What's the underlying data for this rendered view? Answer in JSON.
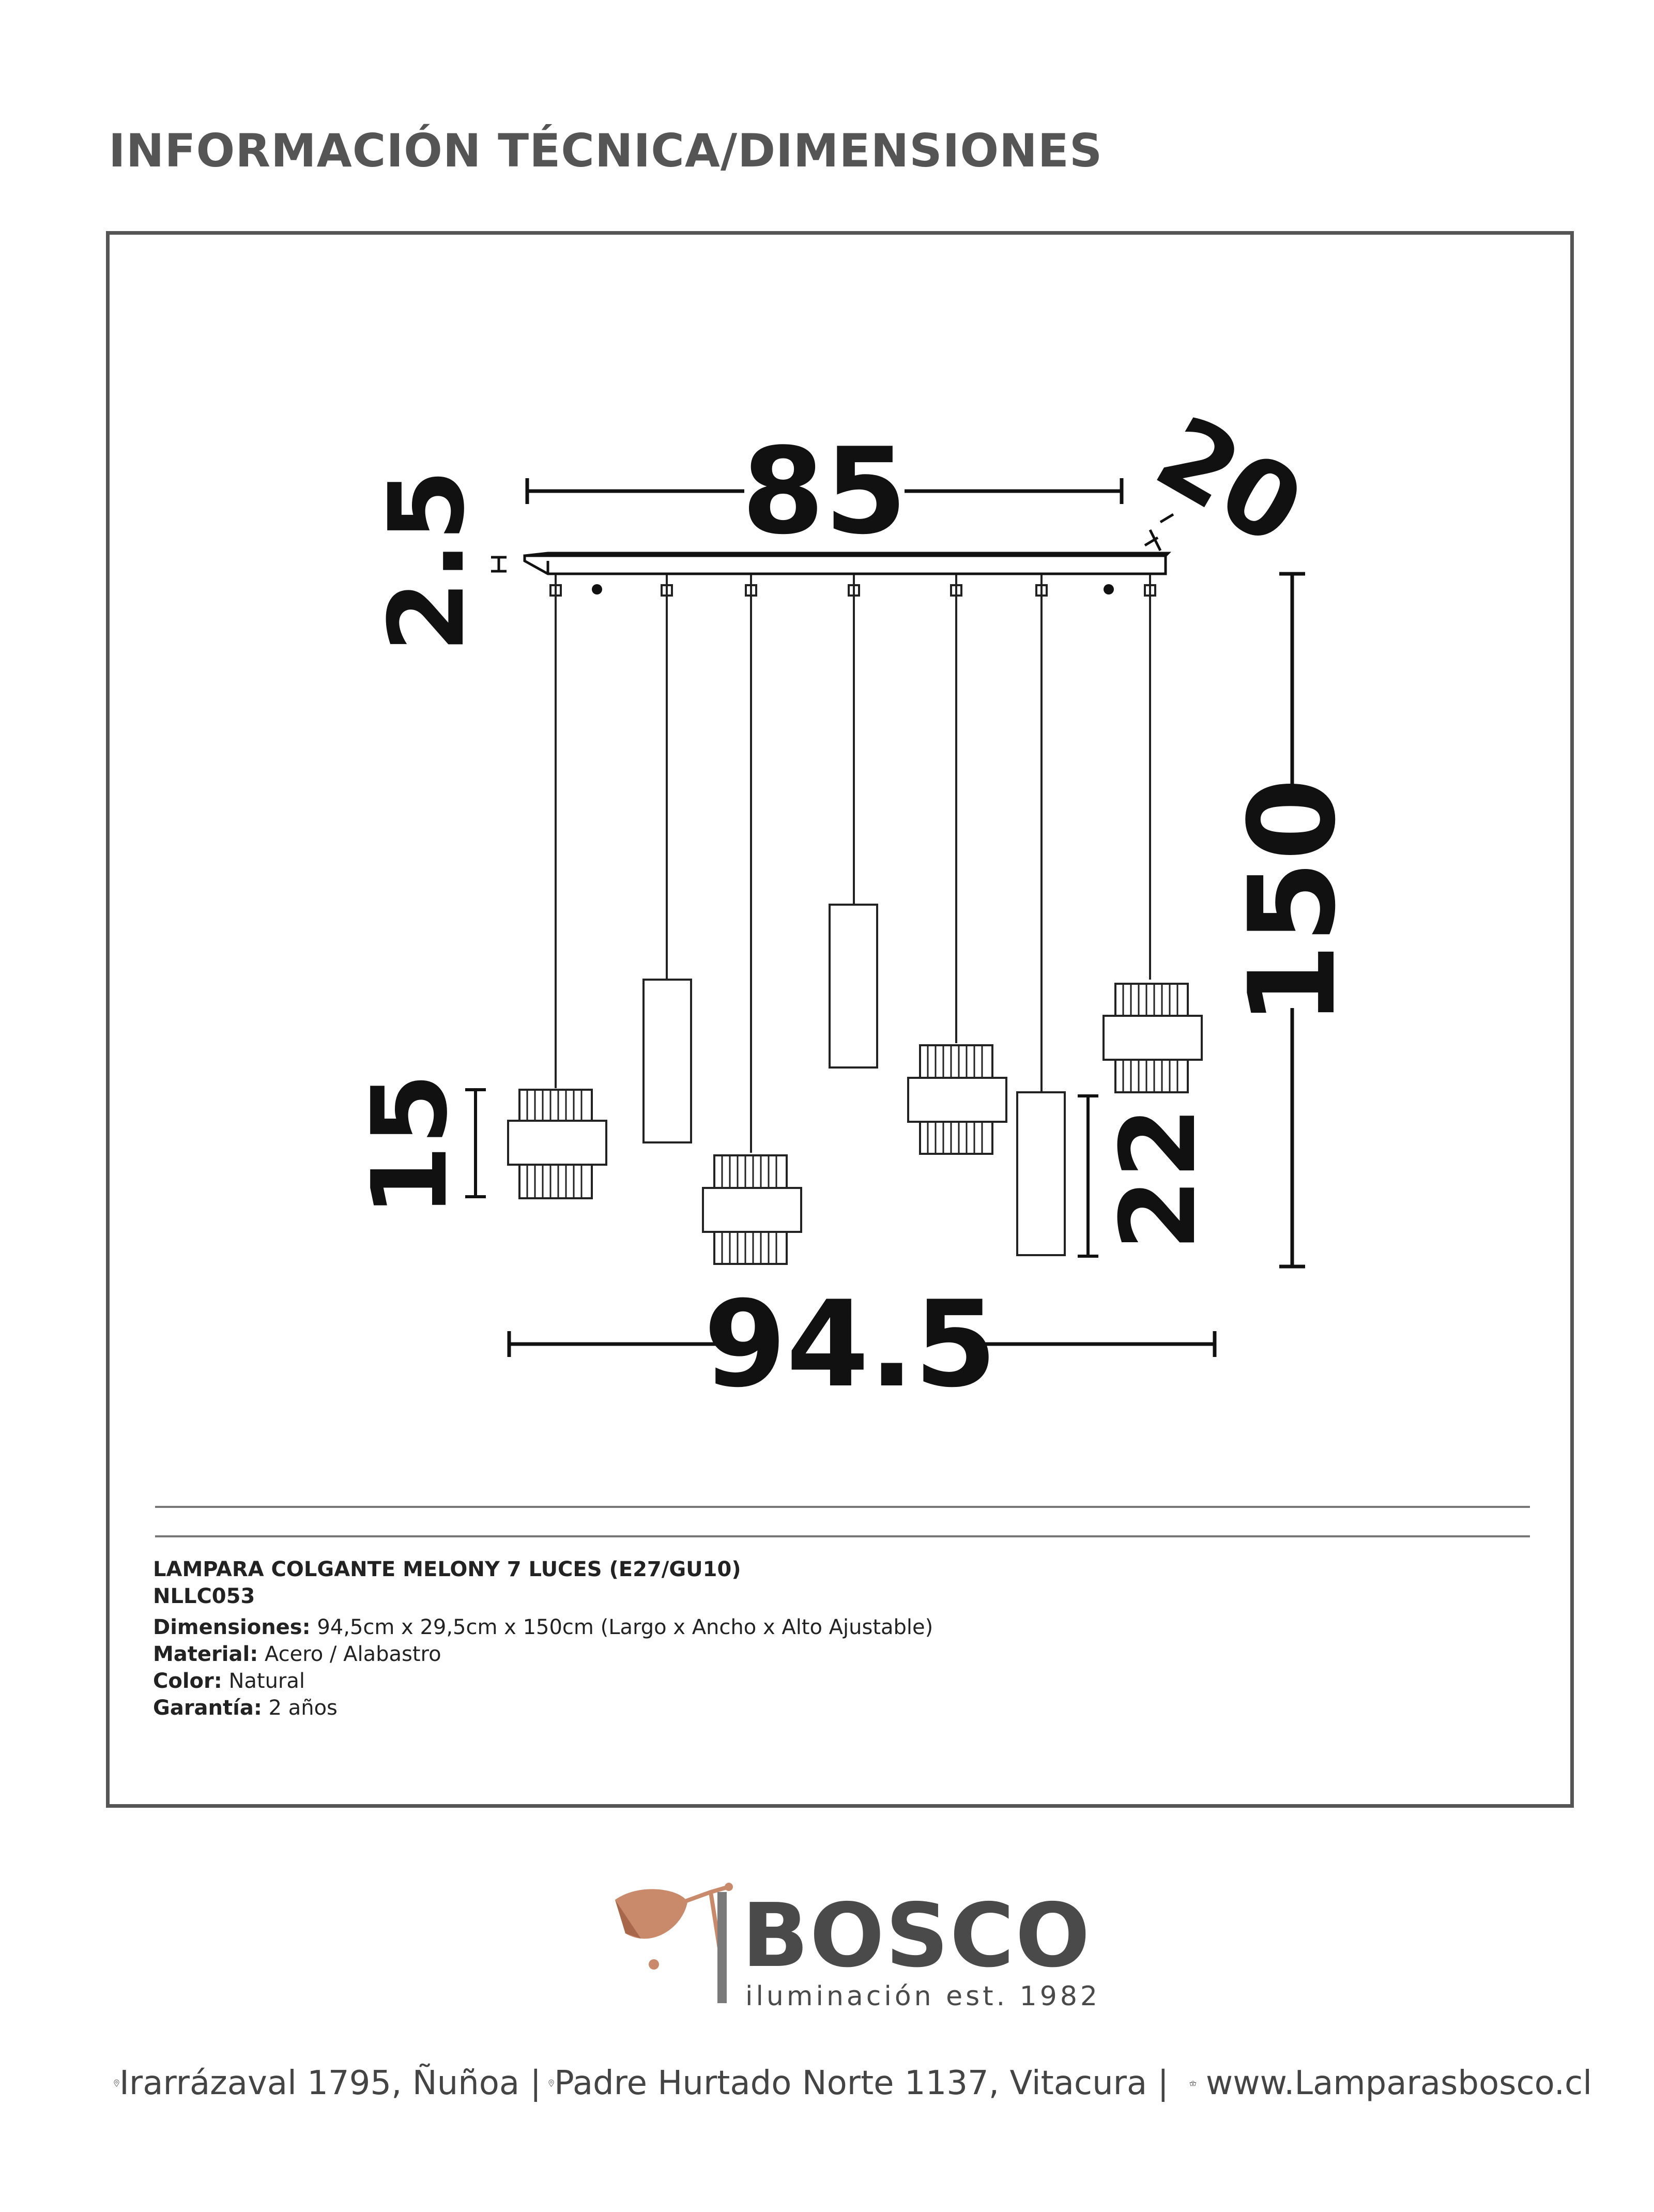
{
  "header": {
    "title": "INFORMACIÓN TÉCNICA/DIMENSIONES"
  },
  "drawing": {
    "dim_top_width": "85",
    "dim_depth": "20",
    "dim_canopy_height": "2.5",
    "dim_total_height": "150",
    "dim_shade_height": "15",
    "dim_tube_height": "22",
    "dim_total_width": "94.5"
  },
  "specs": {
    "product_name": "LAMPARA COLGANTE MELONY 7 LUCES (E27/GU10)",
    "code": "NLLC053",
    "rows": [
      {
        "label": "Dimensiones:",
        "value": " 94,5cm x 29,5cm x 150cm (Largo x Ancho x Alto Ajustable)"
      },
      {
        "label": "Material:",
        "value": " Acero / Alabastro"
      },
      {
        "label": "Color:",
        "value": " Natural"
      },
      {
        "label": "Garantía:",
        "value": " 2 años"
      }
    ]
  },
  "brand": {
    "name": "BOSCO",
    "tagline": "iluminación est. 1982",
    "accent_color": "#c98a6b"
  },
  "footer": {
    "address_1": "Irarrázaval 1795, Ñuñoa |",
    "address_2": "Padre Hurtado Norte 1137, Vitacura |",
    "website": "www.Lamparasbosco.cl",
    "icons": [
      "location-pin-icon",
      "location-pin-icon",
      "shopping-basket-icon"
    ]
  }
}
